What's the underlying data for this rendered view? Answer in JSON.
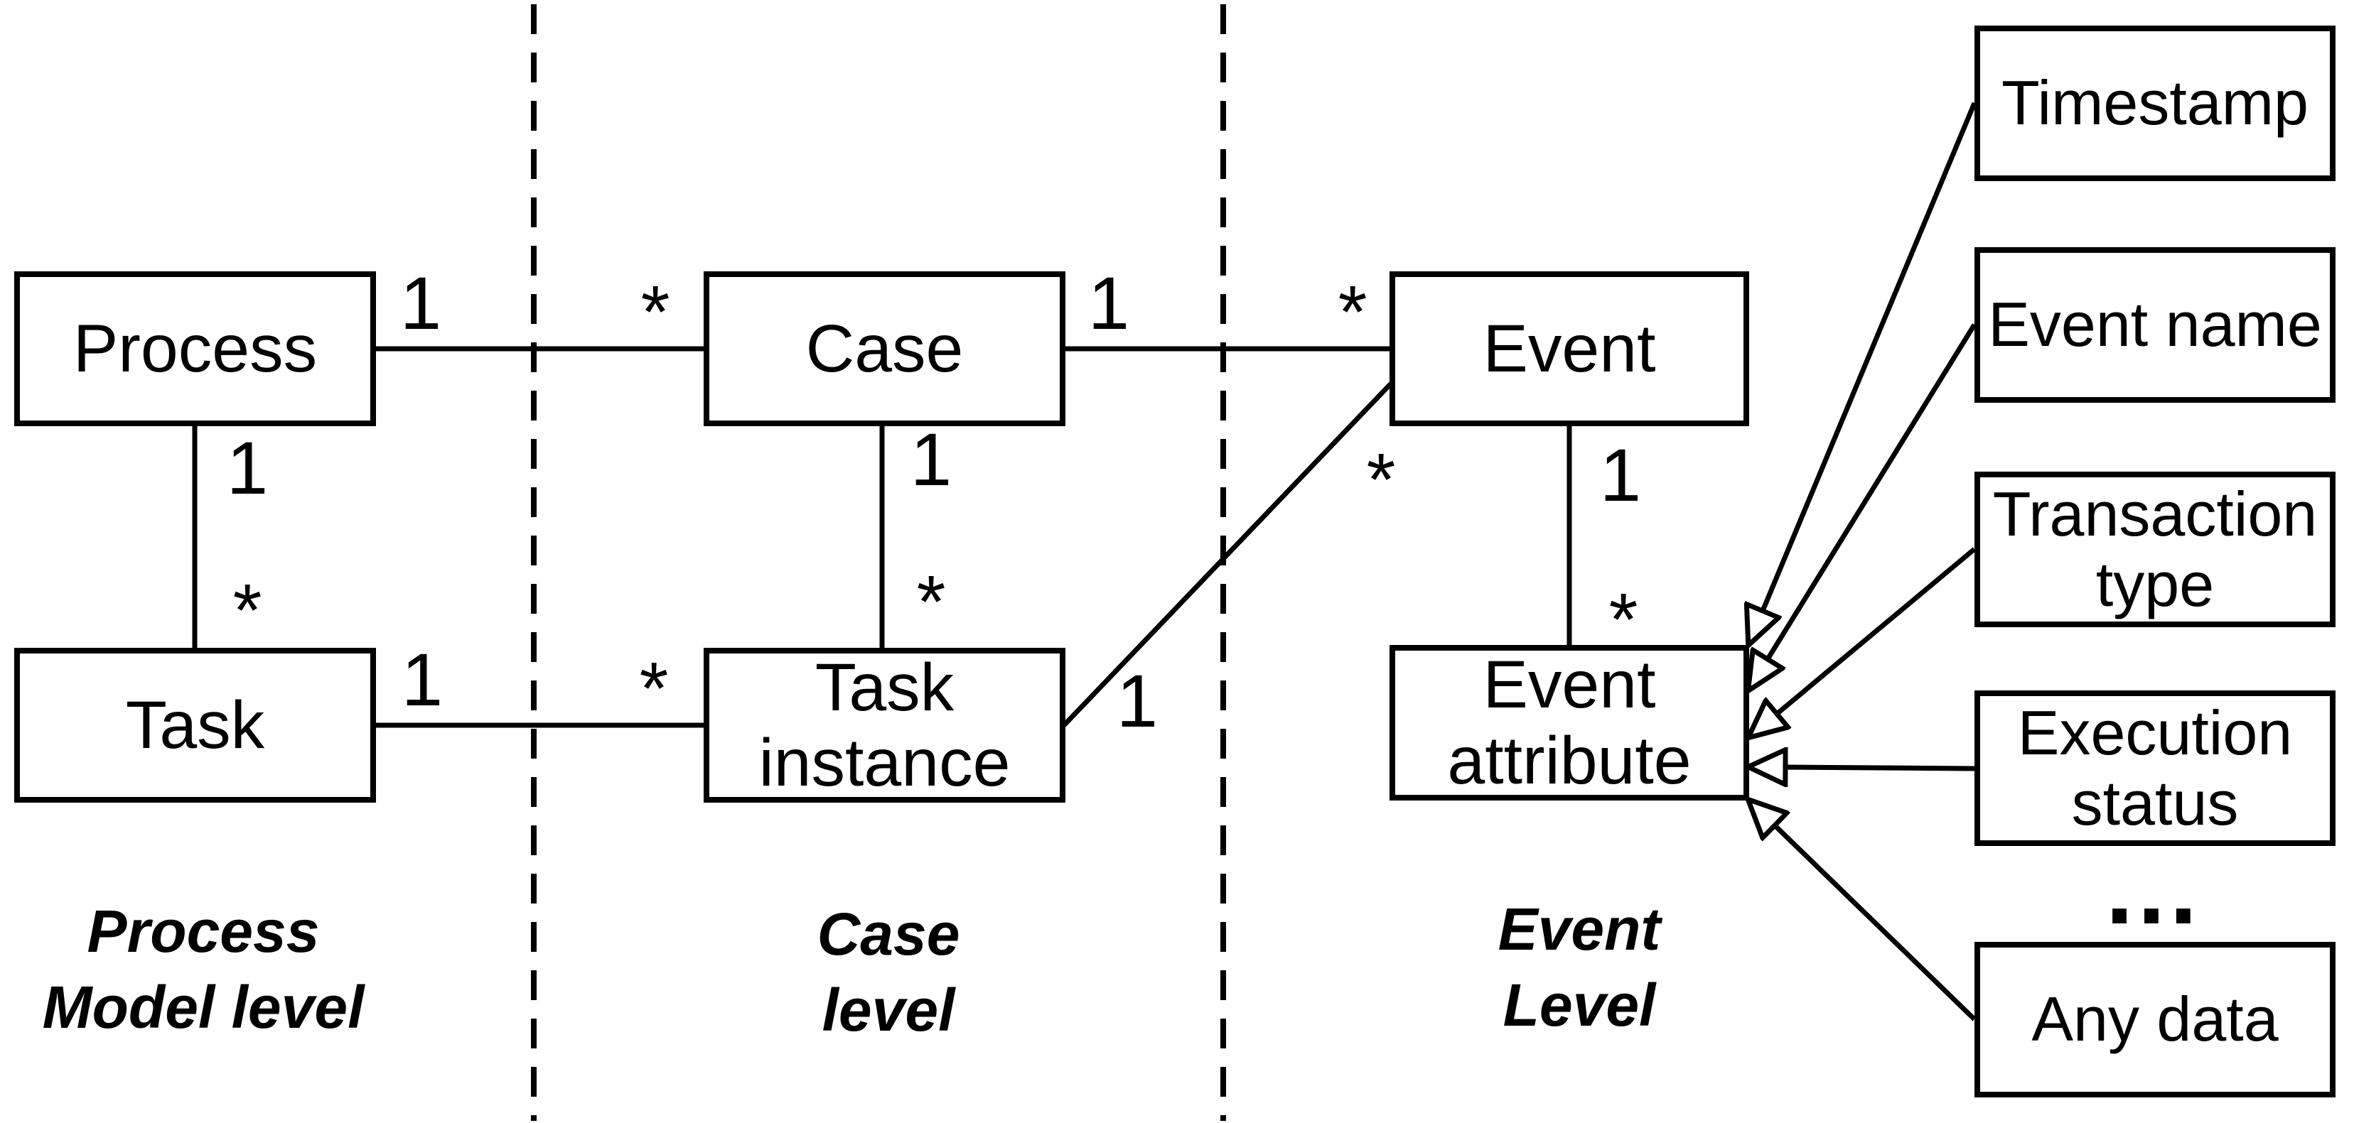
{
  "boxes": {
    "process": {
      "label": "Process"
    },
    "task": {
      "label": "Task"
    },
    "case": {
      "label": "Case"
    },
    "task_instance": {
      "line1": "Task",
      "line2": "instance"
    },
    "event": {
      "label": "Event"
    },
    "event_attribute": {
      "line1": "Event",
      "line2": "attribute"
    },
    "timestamp": {
      "label": "Timestamp"
    },
    "event_name": {
      "label": "Event name"
    },
    "transaction_type": {
      "line1": "Transaction",
      "line2": "type"
    },
    "execution_status": {
      "line1": "Execution",
      "line2": "status"
    },
    "any_data": {
      "label": "Any data"
    }
  },
  "ellipsis": "...",
  "levels": {
    "process_model": {
      "line1": "Process",
      "line2": "Model level"
    },
    "case": {
      "line1": "Case",
      "line2": "level"
    },
    "event": {
      "line1": "Event",
      "line2": "Level"
    }
  },
  "multiplicities": {
    "process_case": {
      "source": "1",
      "target": "*"
    },
    "process_task": {
      "source": "1",
      "target": "*"
    },
    "task_task_instance": {
      "source": "1",
      "target": "*"
    },
    "case_task_instance": {
      "source": "1",
      "target": "*"
    },
    "case_event": {
      "source": "1",
      "target": "*"
    },
    "event_event_attribute": {
      "source": "1",
      "target": "*"
    },
    "task_instance_event": {
      "source": "1",
      "target": "*"
    }
  },
  "colors": {
    "line": "#000000",
    "background": "#ffffff",
    "box_fill": "#ffffff"
  }
}
